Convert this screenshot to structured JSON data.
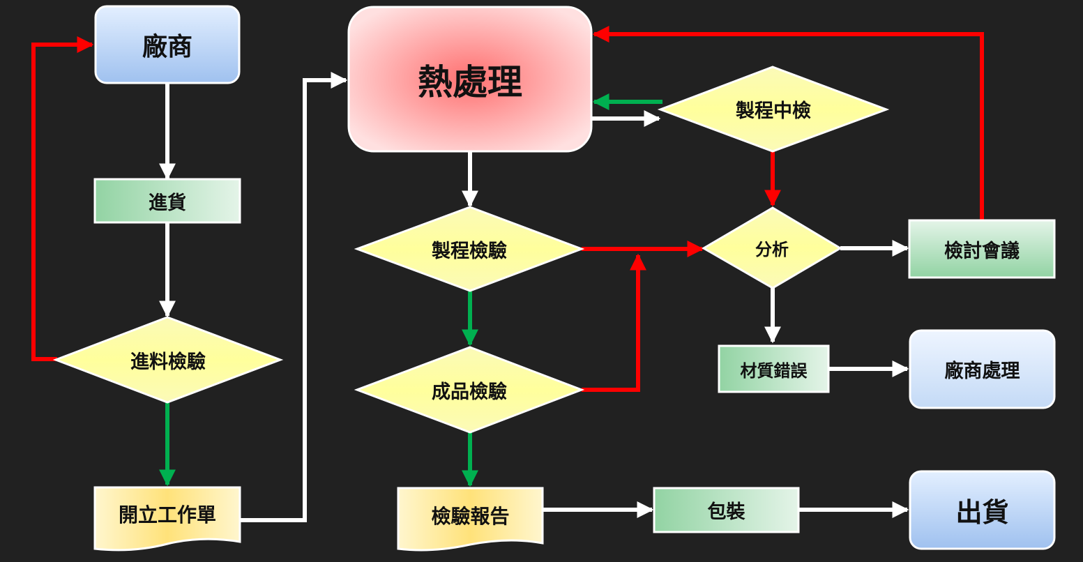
{
  "colors": {
    "background": "#212121",
    "arrow_white": "#ffffff",
    "arrow_red": "#ff0000",
    "arrow_green": "#00b050"
  },
  "nodes": {
    "supplier": "廠商",
    "receiving": "進貨",
    "incoming_inspection": "進料檢驗",
    "open_work_order": "開立工作單",
    "heat_treatment": "熱處理",
    "in_process_check": "製程中檢",
    "process_inspection": "製程檢驗",
    "analysis": "分析",
    "review_meeting": "檢討會議",
    "final_inspection": "成品檢驗",
    "material_error": "材質錯誤",
    "supplier_handling": "廠商處理",
    "inspection_report": "檢驗報告",
    "packaging": "包裝",
    "shipping": "出貨"
  }
}
